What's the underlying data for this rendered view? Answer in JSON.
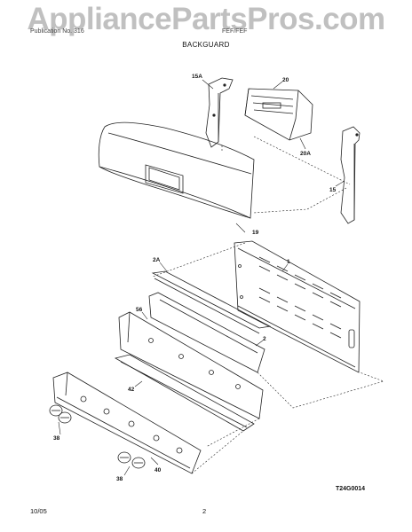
{
  "watermark": "AppliancePartsPros.com",
  "header": {
    "left": "Publication No. 316",
    "right": "FEF/FEF"
  },
  "section_title": "BACKGUARD",
  "diagram_code": "T24G0014",
  "footer": {
    "date": "10/05",
    "page": "2"
  },
  "callouts": [
    "15A",
    "20",
    "20A",
    "15",
    "19",
    "1",
    "2A",
    "56",
    "2",
    "42",
    "38",
    "38",
    "40"
  ]
}
